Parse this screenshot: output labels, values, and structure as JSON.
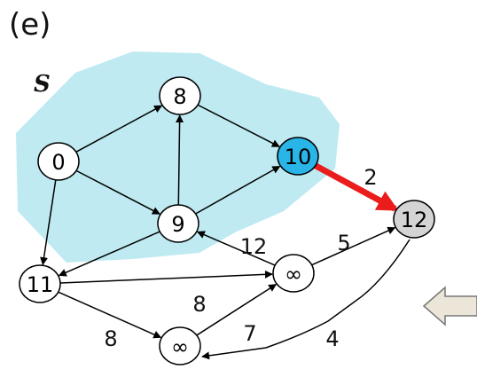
{
  "panel_label": "(e)",
  "set_label": "S",
  "colors": {
    "region_fill": "#bfeaf2",
    "current_node_fill": "#29b5e8",
    "frontier_node_fill": "#d4d4d4",
    "node_fill": "#ffffff",
    "edge": "#000000",
    "highlight_edge": "#ea1c1c",
    "arrow_fill": "#ebe6d8",
    "arrow_stroke": "#777777"
  },
  "nodes": [
    {
      "id": "n0",
      "label": "0",
      "kind": "normal"
    },
    {
      "id": "n8",
      "label": "8",
      "kind": "normal"
    },
    {
      "id": "n10",
      "label": "10",
      "kind": "current"
    },
    {
      "id": "n9",
      "label": "9",
      "kind": "normal"
    },
    {
      "id": "n11",
      "label": "11",
      "kind": "normal"
    },
    {
      "id": "n12",
      "label": "12",
      "kind": "frontier"
    },
    {
      "id": "nInfA",
      "label": "∞",
      "kind": "normal"
    },
    {
      "id": "nInfB",
      "label": "∞",
      "kind": "normal"
    }
  ],
  "edges": [
    {
      "from": "n0",
      "to": "n8",
      "weight": ""
    },
    {
      "from": "n0",
      "to": "n9",
      "weight": ""
    },
    {
      "from": "n0",
      "to": "n11",
      "weight": ""
    },
    {
      "from": "n8",
      "to": "n10",
      "weight": ""
    },
    {
      "from": "n9",
      "to": "n8",
      "weight": ""
    },
    {
      "from": "n9",
      "to": "n10",
      "weight": ""
    },
    {
      "from": "n9",
      "to": "n11",
      "weight": ""
    },
    {
      "from": "n10",
      "to": "n12",
      "weight": "2",
      "highlight": true
    },
    {
      "from": "nInfA",
      "to": "n9",
      "weight": "12"
    },
    {
      "from": "nInfA",
      "to": "n12",
      "weight": "5"
    },
    {
      "from": "n11",
      "to": "nInfA",
      "weight": "8"
    },
    {
      "from": "n11",
      "to": "nInfB",
      "weight": "8"
    },
    {
      "from": "nInfB",
      "to": "nInfA",
      "weight": "7"
    },
    {
      "from": "n12",
      "to": "nInfB",
      "weight": "4",
      "curved": true
    }
  ]
}
